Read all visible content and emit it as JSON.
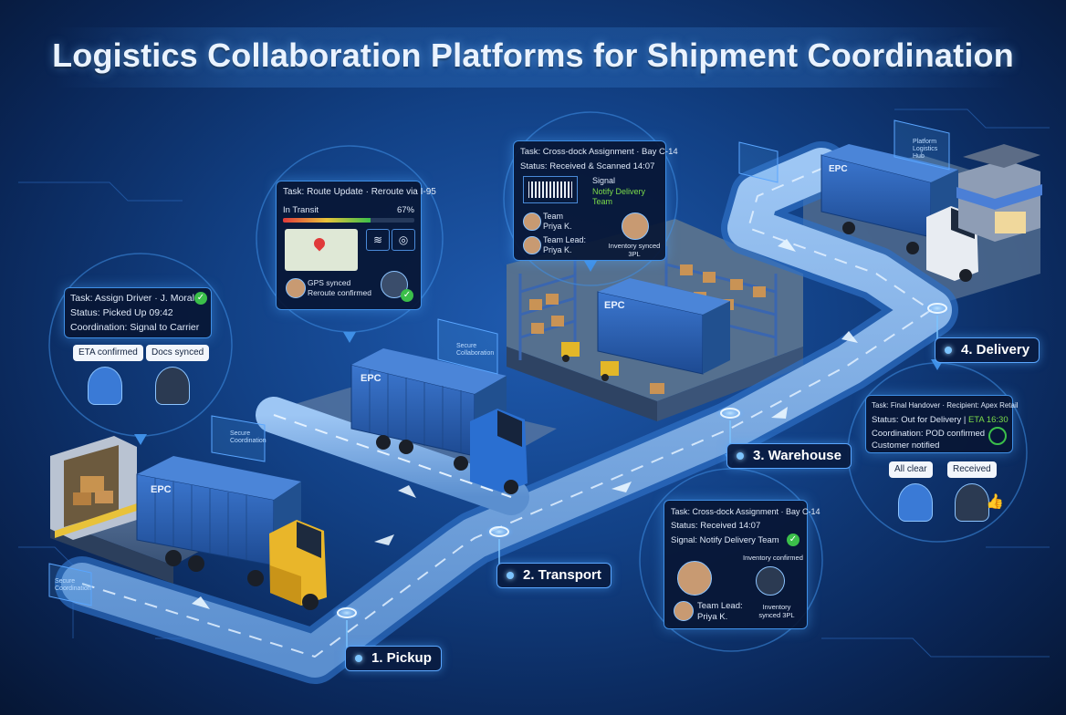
{
  "title": "Logistics Collaboration Platforms for Shipment Coordination",
  "stages": {
    "pickup": "1. Pickup",
    "transport": "2. Transport",
    "warehouse": "3. Warehouse",
    "delivery": "4. Delivery"
  },
  "card_pickup": {
    "line1": "Task: Assign Driver · J. Morales",
    "line2": "Status: Picked Up 09:42",
    "line3": "Coordination: Signal to Carrier",
    "bubble_left": "ETA confirmed",
    "bubble_right": "Docs synced"
  },
  "card_transport": {
    "line1": "Task: Route Update · Reroute via I-95",
    "status": "In Transit",
    "progress_label": "67%",
    "progress": 0.67,
    "note1": "GPS synced",
    "note2": "Reroute confirmed"
  },
  "card_warehouse_top": {
    "line1": "Task: Cross-dock Assignment · Bay C-14",
    "line2": "Status: Received & Scanned 14:07",
    "signal_label": "Signal",
    "signal_text": "Notify Delivery Team",
    "team_label": "Team",
    "team_name": "Priya K.",
    "lead_label": "Team Lead:",
    "lead_name": "Priya K.",
    "right_caption": "Inventory synced 3PL"
  },
  "card_warehouse_bottom": {
    "line1": "Task: Cross-dock Assignment · Bay C-14",
    "line2": "Status: Received 14:07",
    "line3": "Signal: Notify Delivery Team",
    "top_right": "Inventory confirmed",
    "lead_label": "Team Lead:",
    "lead_name": "Priya K.",
    "right_caption": "Inventory synced 3PL"
  },
  "card_delivery": {
    "line1": "Task: Final Handover · Recipient: Apex Retail",
    "line2": "Status: Out for Delivery",
    "eta": "ETA 16:30",
    "line3": "Coordination: POD confirmed",
    "line4": "Customer notified",
    "bubble_left": "All clear",
    "bubble_right": "Received"
  },
  "float_labels": {
    "secure_left": "Secure Coordination",
    "secure_mid": "Secure Collaboration",
    "secure_bottom_left": "Secure Coordination",
    "platform_top": "Platform Logistics Hub"
  },
  "container_brand": "EPC",
  "colors": {
    "accent": "#3f8fe6",
    "container": "#2f63b8",
    "truck_yellow": "#e9b62a",
    "truck_blue": "#2a6fd1",
    "truck_white": "#e8ecf2",
    "ok_green": "#3bbf4a"
  }
}
